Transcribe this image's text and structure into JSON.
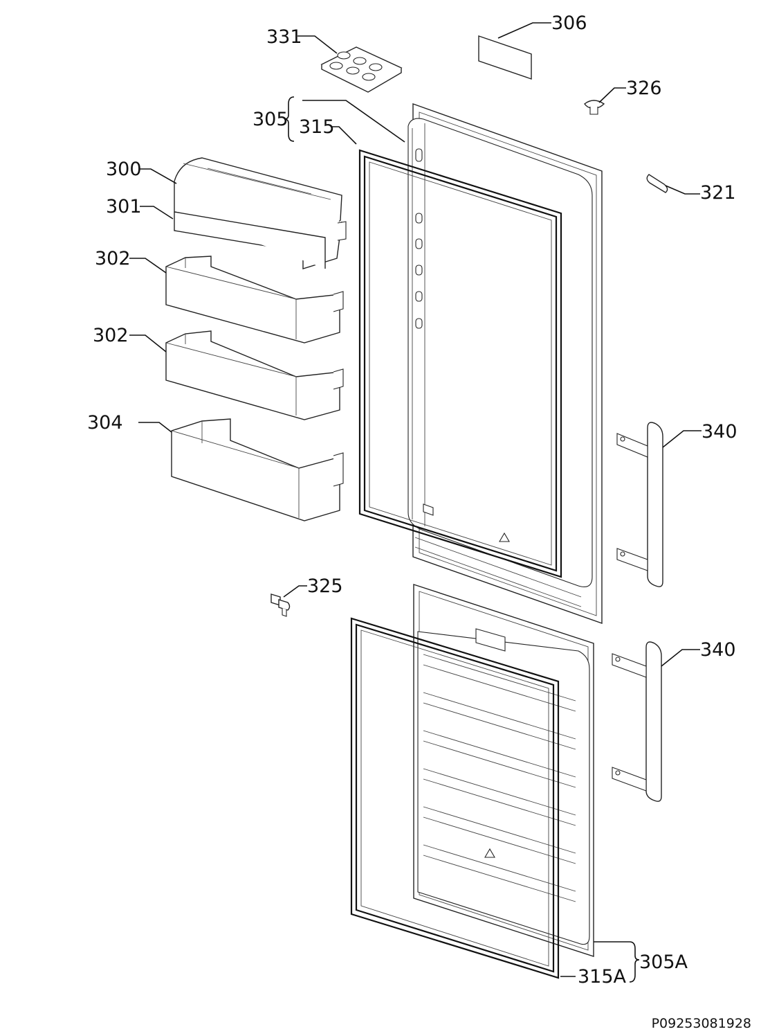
{
  "labels": {
    "p331": "331",
    "p306": "306",
    "p326": "326",
    "p305": "305",
    "p315": "315",
    "p300": "300",
    "p321": "321",
    "p301": "301",
    "p302a": "302",
    "p302b": "302",
    "p304": "304",
    "p340a": "340",
    "p340b": "340",
    "p325": "325",
    "p305A": "305A",
    "p315A": "315A"
  },
  "drawing_code": "P09253081928"
}
